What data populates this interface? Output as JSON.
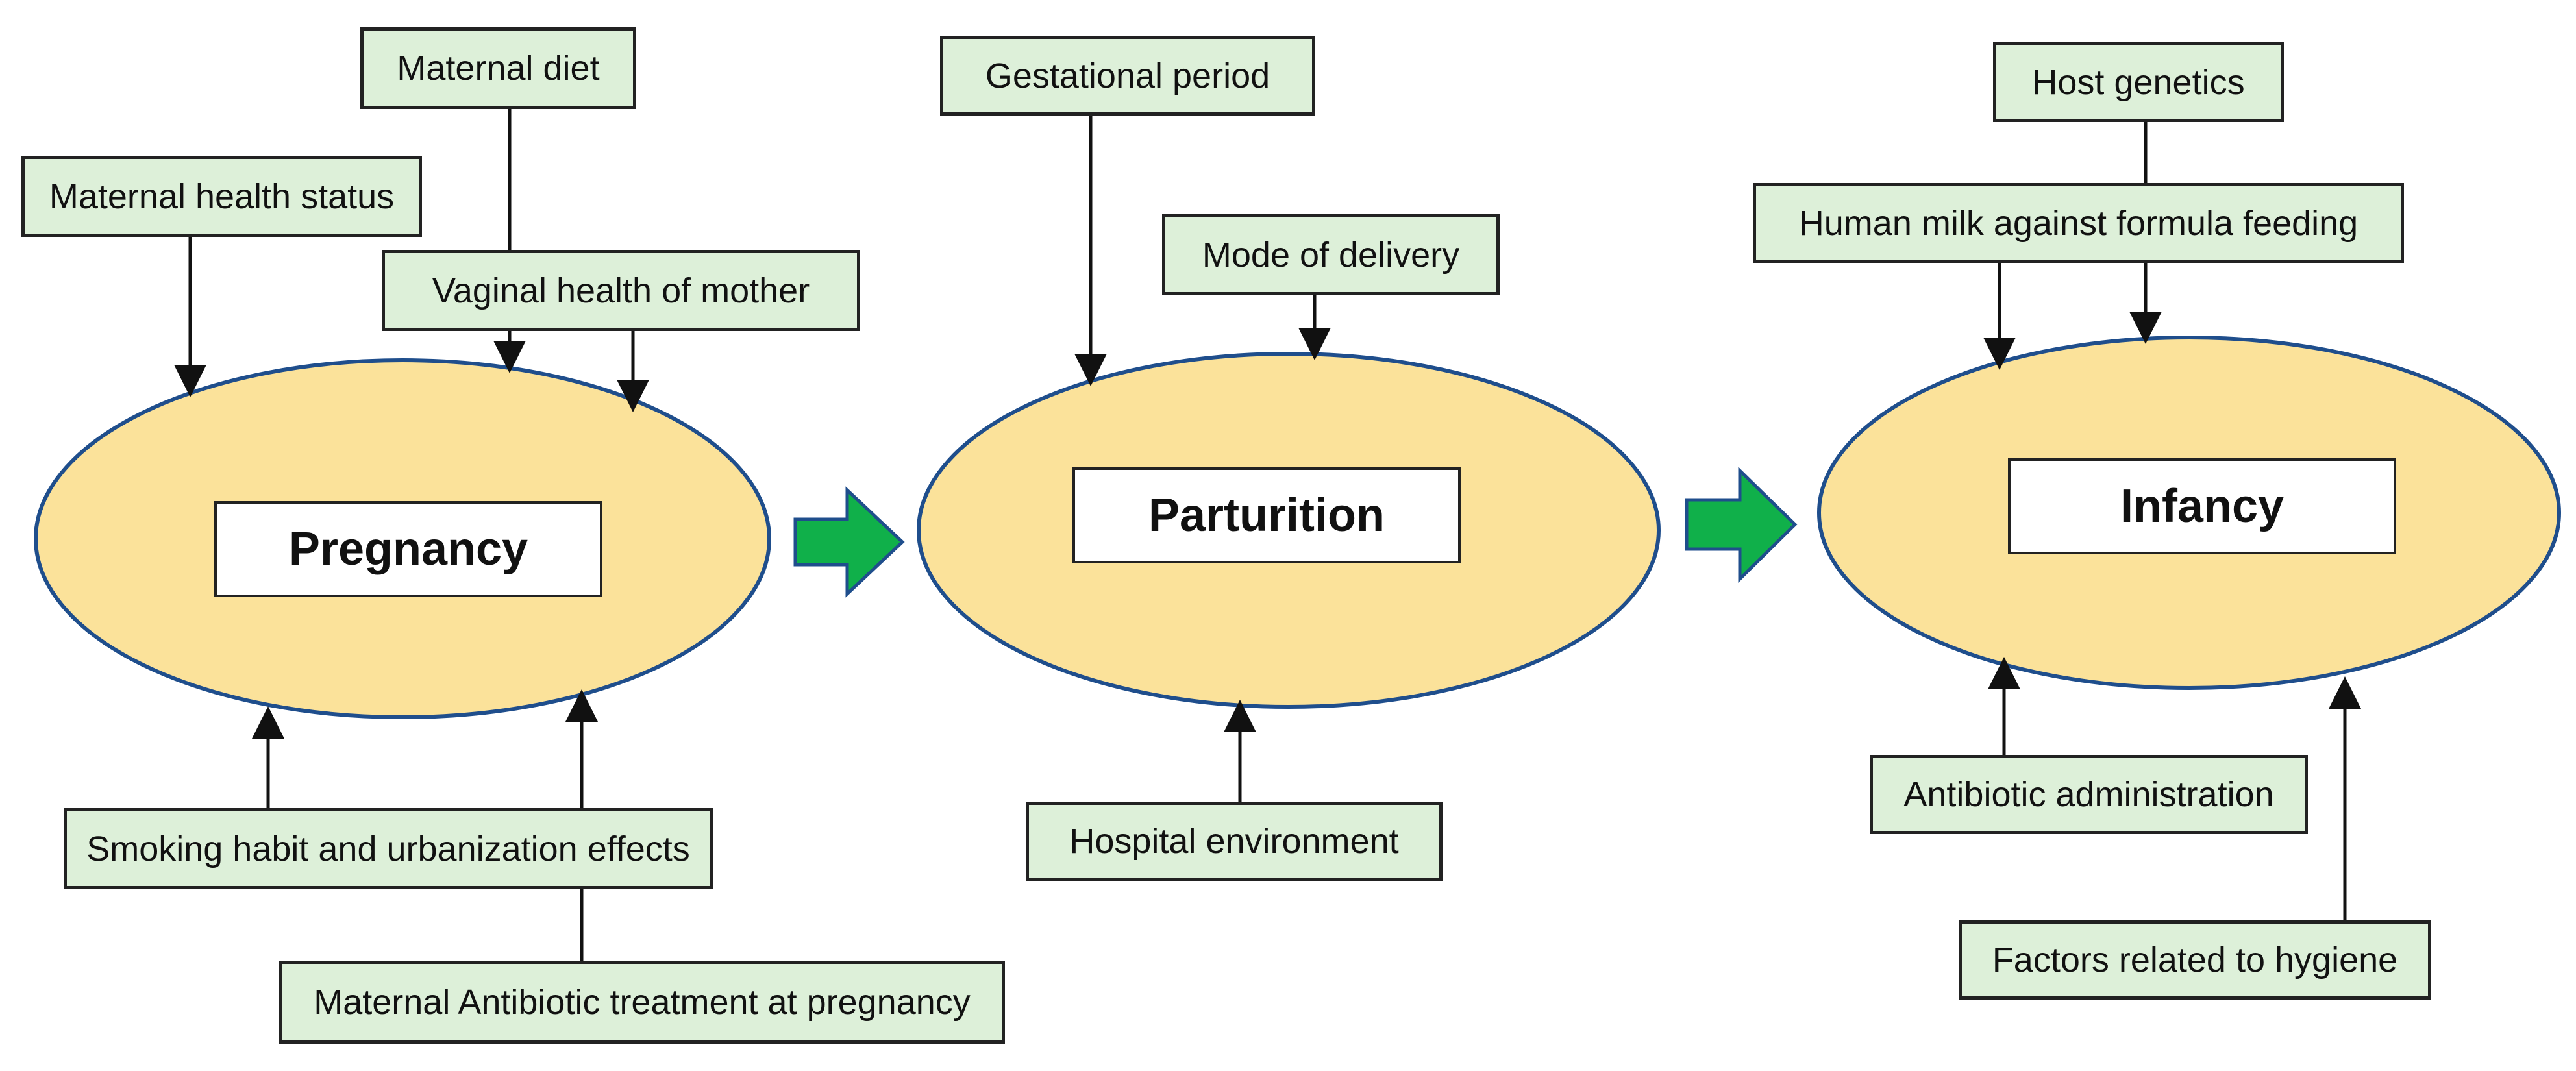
{
  "stages": {
    "pregnancy": "Pregnancy",
    "parturition": "Parturition",
    "infancy": "Infancy"
  },
  "factors": {
    "maternal_diet": "Maternal diet",
    "maternal_health_status": "Maternal health status",
    "vaginal_health": "Vaginal health of mother",
    "smoking_urbanization": "Smoking habit and urbanization effects",
    "maternal_antibiotic": "Maternal Antibiotic treatment at pregnancy",
    "gestational_period": "Gestational period",
    "mode_of_delivery": "Mode of delivery",
    "hospital_environment": "Hospital environment",
    "host_genetics": "Host genetics",
    "human_milk_formula": "Human milk against formula feeding",
    "antibiotic_administration": "Antibiotic administration",
    "hygiene_factors": "Factors related to hygiene"
  },
  "colors": {
    "ellipse_fill": "#fbe29a",
    "ellipse_stroke": "#1f4e8c",
    "factor_fill": "#ddf0d9",
    "arrow_green": "#10b04a",
    "arrow_stroke": "#1f4e8c"
  }
}
